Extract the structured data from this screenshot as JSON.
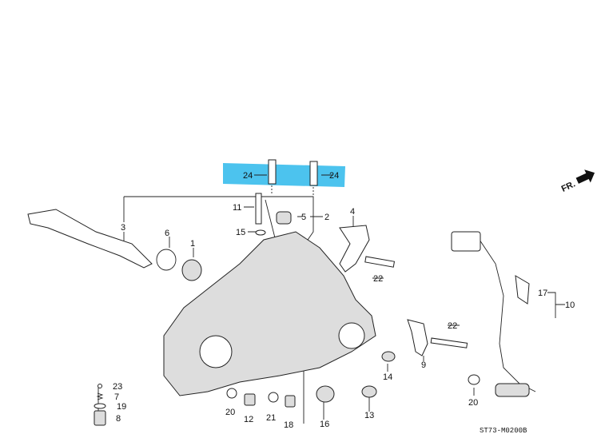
{
  "diagram": {
    "direction_marker": "FR.",
    "diagram_code": "ST73-M0200B",
    "highlight_color": "#4cc3ee",
    "callouts": [
      "24",
      "24",
      "11",
      "5",
      "2",
      "4",
      "3",
      "6",
      "1",
      "15",
      "22",
      "17",
      "10",
      "22",
      "9",
      "14",
      "23",
      "7",
      "19",
      "8",
      "20",
      "12",
      "21",
      "18",
      "16",
      "13",
      "20"
    ]
  }
}
